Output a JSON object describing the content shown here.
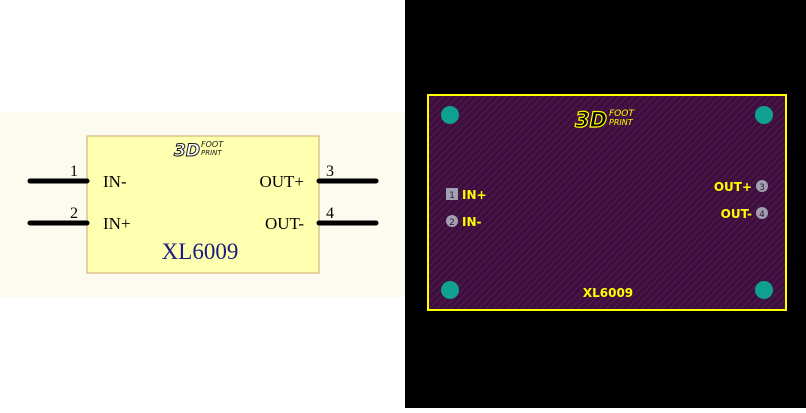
{
  "schematic": {
    "logo": {
      "main": "3D",
      "top": "FOOT",
      "bottom": "PRINT"
    },
    "part_name": "XL6009",
    "pins": [
      {
        "number": "1",
        "label": "IN-"
      },
      {
        "number": "2",
        "label": "IN+"
      },
      {
        "number": "3",
        "label": "OUT+"
      },
      {
        "number": "4",
        "label": "OUT-"
      }
    ],
    "colors": {
      "body_fill": "#ffffb0",
      "body_stroke": "#c0a060",
      "text": "#000000",
      "part_text": "#1a1a80",
      "pin_line": "#000000"
    }
  },
  "pcb": {
    "logo": {
      "main": "3D",
      "top": "FOOT",
      "bottom": "PRINT"
    },
    "part_name": "XL6009",
    "pads": [
      {
        "number": "1",
        "label": "IN+"
      },
      {
        "number": "2",
        "label": "IN-"
      },
      {
        "number": "3",
        "label": "OUT+"
      },
      {
        "number": "4",
        "label": "OUT-"
      }
    ],
    "colors": {
      "background": "#000000",
      "board": "#3d0f3d",
      "outline": "#ffff00",
      "silkscreen": "#ffff00",
      "mount_hole": "#10a090"
    }
  }
}
